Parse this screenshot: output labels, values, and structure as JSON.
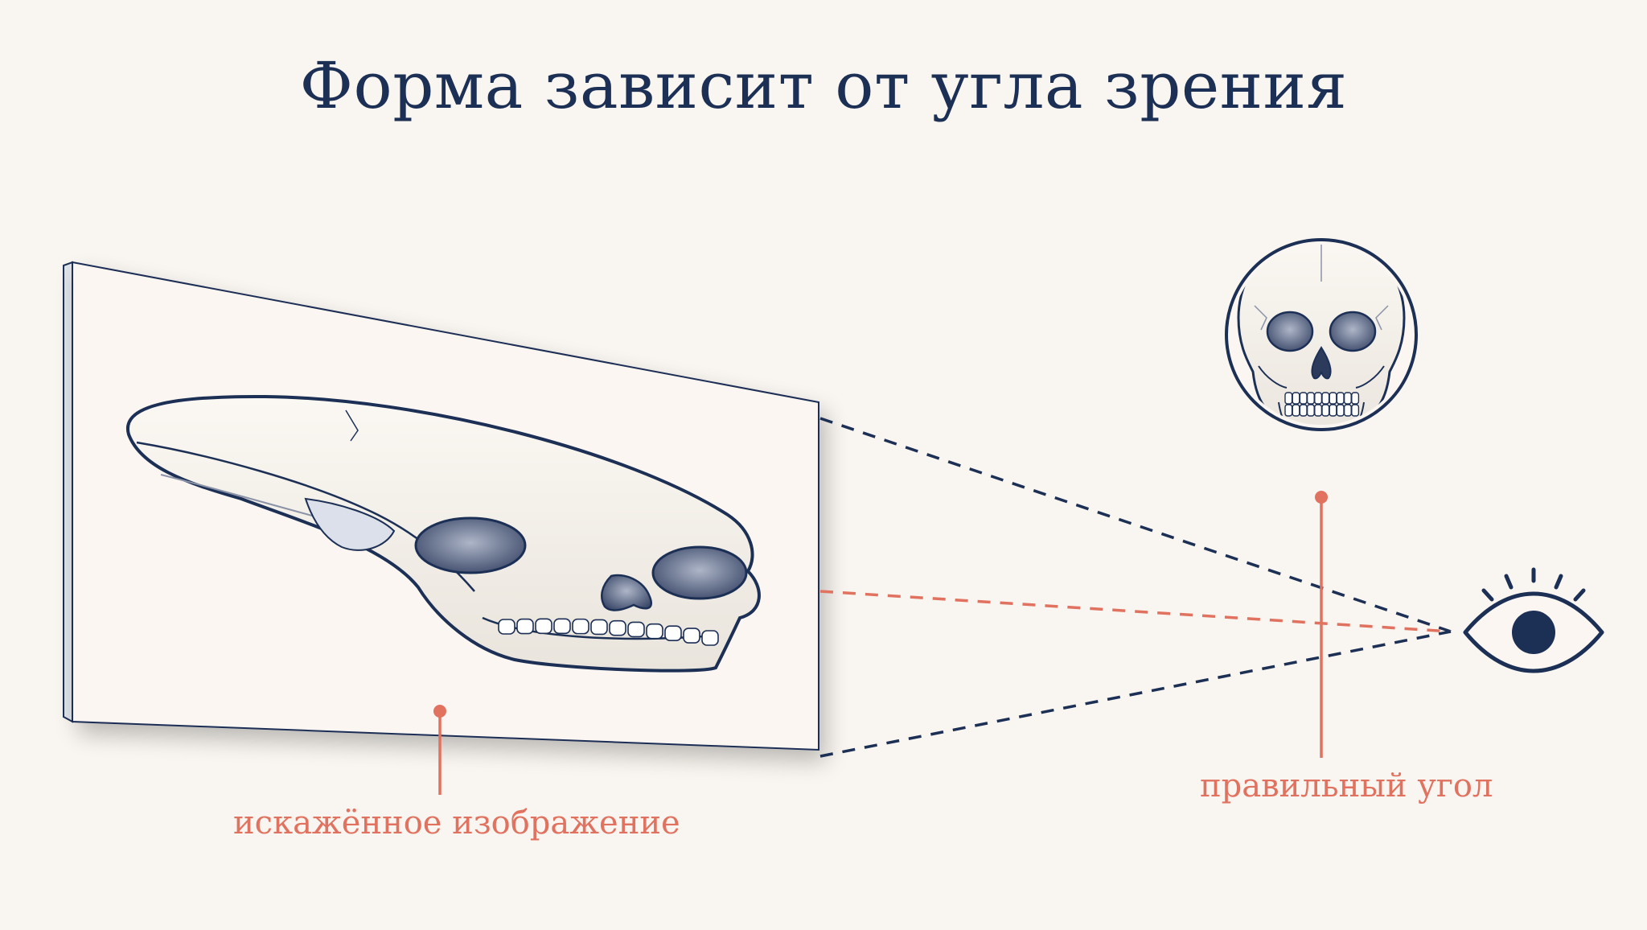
{
  "title": "Форма зависит от угла зрения",
  "labels": {
    "distorted": "искажённое изображение",
    "correct": "правильный угол"
  },
  "icons": {
    "eye": "eye-icon",
    "skull_front": "skull-front-icon",
    "skull_stretched": "skull-anamorphic-icon"
  },
  "colors": {
    "navy": "#1c2f55",
    "coral": "#e0725f",
    "background": "#f9f5f0",
    "panel": "#fbf6f2",
    "bone": "#f4efe6"
  }
}
